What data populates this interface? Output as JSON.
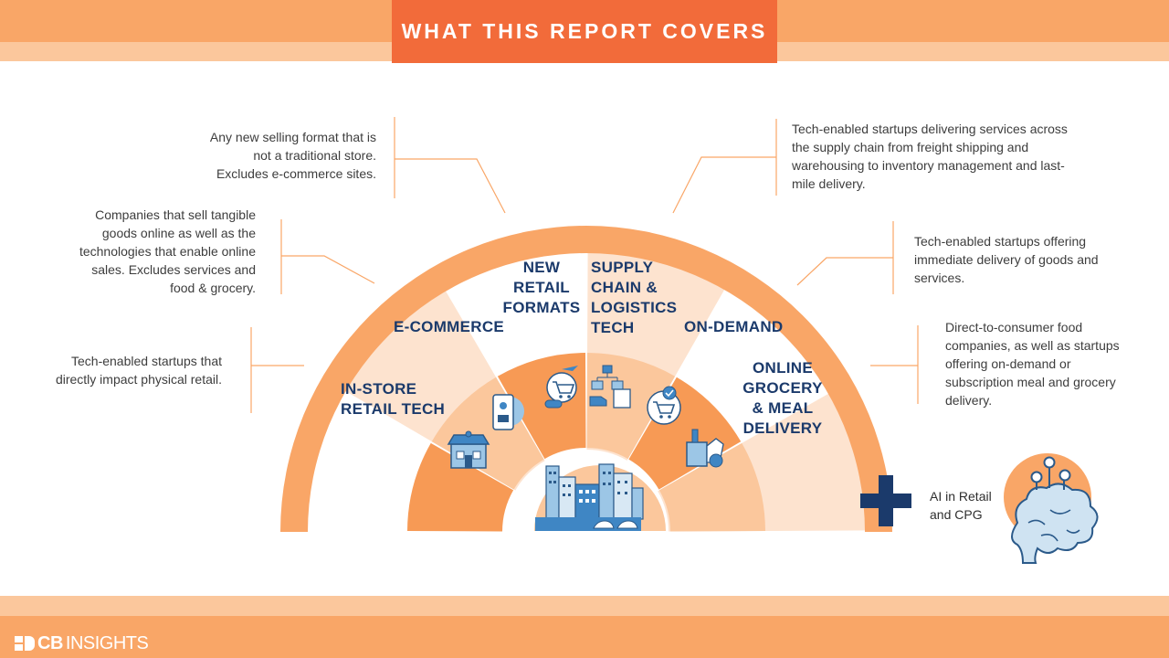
{
  "header": {
    "title": "WHAT THIS REPORT COVERS"
  },
  "descriptions": {
    "new_retail_formats": [
      "Any new selling format that is",
      "not a traditional store.",
      "Excludes e-commerce sites."
    ],
    "ecommerce": [
      "Companies that sell tangible",
      "goods online as well as the",
      "technologies that enable online",
      "sales. Excludes services and",
      "food & grocery."
    ],
    "in_store": [
      "Tech-enabled startups that",
      "directly impact physical retail."
    ],
    "supply_chain": [
      "Tech-enabled startups delivering services across",
      "the supply chain from freight shipping and",
      "warehousing to inventory management and last-",
      "mile delivery."
    ],
    "on_demand": [
      "Tech-enabled startups offering",
      "immediate delivery of goods and",
      "services."
    ],
    "online_grocery": [
      "Direct-to-consumer food",
      "companies, as well as startups",
      "offering on-demand or",
      "subscription meal and grocery",
      "delivery."
    ]
  },
  "segments": {
    "in_store": [
      "IN-STORE",
      "RETAIL TECH"
    ],
    "ecommerce": [
      "E-COMMERCE"
    ],
    "new_retail_formats": [
      "NEW",
      "RETAIL",
      "FORMATS"
    ],
    "supply_chain": [
      "SUPPLY",
      "CHAIN &",
      "LOGISTICS",
      "TECH"
    ],
    "on_demand": [
      "ON-DEMAND"
    ],
    "online_grocery": [
      "ONLINE",
      "GROCERY",
      "& MEAL",
      "DELIVERY"
    ]
  },
  "ai": {
    "plus_icon": "plus-icon",
    "label": [
      "AI in Retail",
      "and CPG"
    ],
    "icon": "brain-circuit-icon"
  },
  "icons": [
    "store-icon",
    "mobile-shopping-icon",
    "drone-cart-icon",
    "logistics-flowchart-icon",
    "delivery-cart-icon",
    "grocery-bag-icon",
    "city-skyline-icon"
  ],
  "footer": {
    "logo_cb": "CB",
    "logo_insights": "INSIGHTS"
  },
  "colors": {
    "arc": "#f9a667",
    "wedge_light": "#fde3cf",
    "wedge_mid": "#fbc79c",
    "wedge_dark": "#f79a55",
    "title_bg": "#f26b3a",
    "navy": "#1b3a6b",
    "text": "#3d3d3d",
    "icon_blue": "#3f86c4"
  }
}
